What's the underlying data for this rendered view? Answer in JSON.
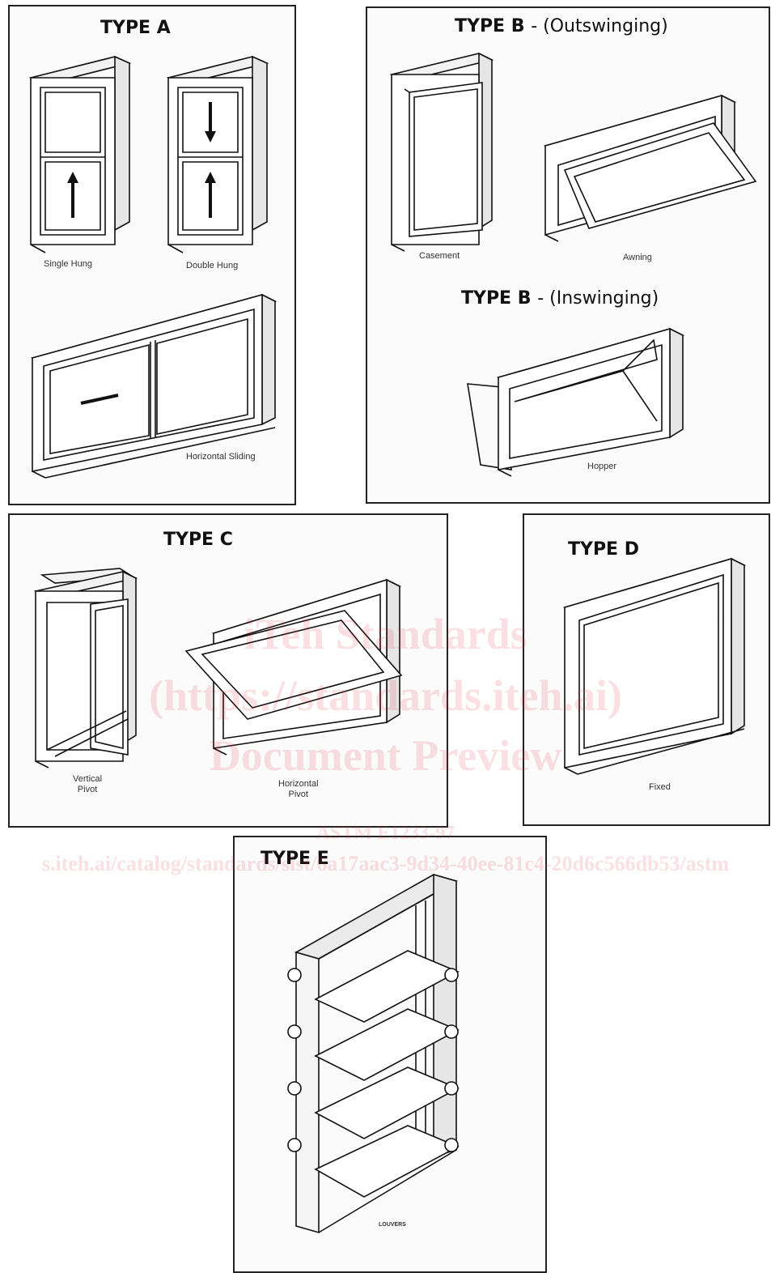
{
  "panels": {
    "type_a": {
      "title": "TYPE A",
      "captions": {
        "single_hung": "Single Hung",
        "double_hung": "Double Hung",
        "horizontal_sliding": "Horizontal Sliding"
      }
    },
    "type_b_out": {
      "title": "TYPE B",
      "mode": "- (Outswinging)",
      "captions": {
        "casement": "Casement",
        "awning": "Awning"
      }
    },
    "type_b_in": {
      "title": "TYPE B",
      "mode": "- (Inswinging)",
      "captions": {
        "hopper": "Hopper"
      }
    },
    "type_c": {
      "title": "TYPE C",
      "captions": {
        "vertical_pivot_1": "Vertical",
        "vertical_pivot_2": "Pivot",
        "horizontal_pivot_1": "Horizontal",
        "horizontal_pivot_2": "Pivot"
      }
    },
    "type_d": {
      "title": "TYPE D",
      "captions": {
        "fixed": "Fixed"
      }
    },
    "type_e": {
      "title": "TYPE E",
      "captions": {
        "louvers": "LOUVERS"
      }
    }
  },
  "watermark": {
    "line1": "iTeh Standards",
    "line2": "(https://standards.iteh.ai)",
    "line3": "Document Preview",
    "line4": "ASTM E1233-97",
    "line5": "s.iteh.ai/catalog/standards/sist/6a17aac3-9d34-40ee-81c4-20d6c566db53/astm"
  }
}
